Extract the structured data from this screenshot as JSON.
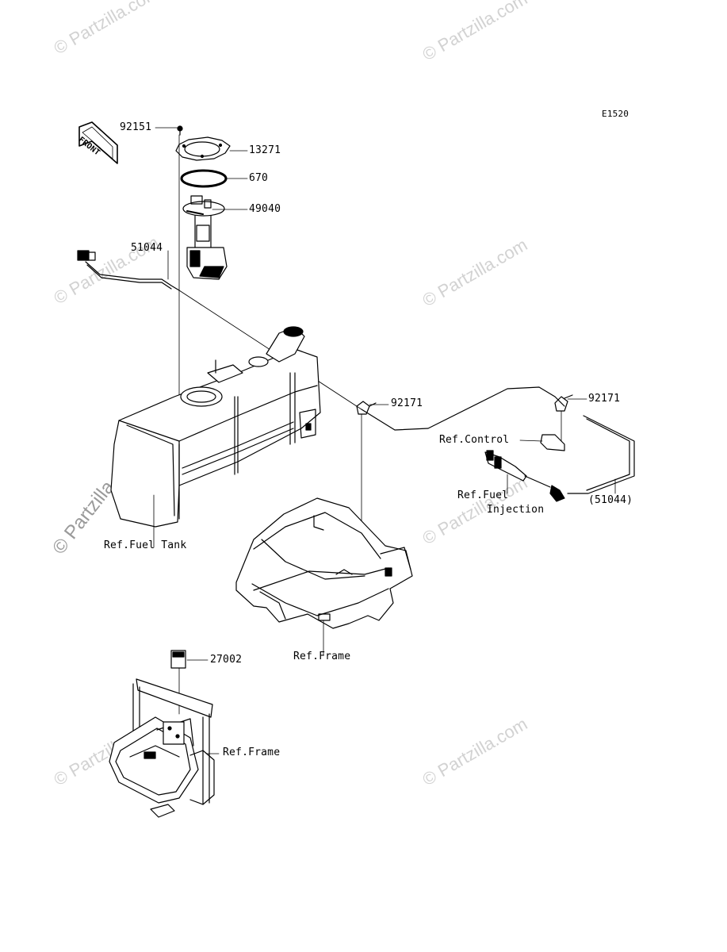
{
  "diagram_code": "E1520",
  "front_arrow_label": "FRONT",
  "watermark": "© Partzilla.com",
  "part_numbers": {
    "p92151": "92151",
    "p13271": "13271",
    "p670": "670",
    "p49040": "49040",
    "p51044": "51044",
    "p92171_a": "92171",
    "p92171_b": "92171",
    "p51044_ref": "(51044)",
    "p27002": "27002"
  },
  "references": {
    "control": "Ref.Control",
    "fuel_injection_line1": "Ref.Fuel",
    "fuel_injection_line2": "Injection",
    "fuel_tank": "Ref.Fuel Tank",
    "frame_mid": "Ref.Frame",
    "frame_low": "Ref.Frame"
  }
}
